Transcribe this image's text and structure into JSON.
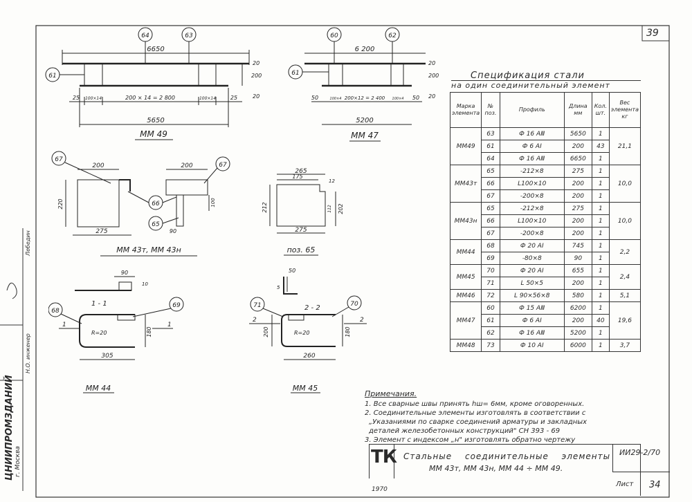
{
  "sheet": {
    "page_number": "39",
    "code": "ИИ29-2/70",
    "sheet_label": "Лист",
    "sheet_number": "34",
    "stamp": "ТК",
    "year": "1970",
    "title_line1": "Стальные соединительные элементы",
    "title_line2": "ММ 43т, ММ 43н, ММ 44 ÷ ММ 49."
  },
  "side_stamp": {
    "org": "ЦНИИПРОМЗДАНИЙ",
    "city": "г. Москва",
    "engineer": "Н.О. инженер",
    "person": "Лебедин"
  },
  "drawings": {
    "mm49": {
      "caption": "ММ 49",
      "dim_top": "6650",
      "dim_bottom": "5650",
      "dim_mid": "200 × 14 = 2 800",
      "d_left": "100×14",
      "d_right": "100×14",
      "d_25a": "25",
      "d_25b": "25",
      "d_200": "200",
      "d_20a": "20",
      "d_20b": "20",
      "b64": "64",
      "b63": "63",
      "b61": "61"
    },
    "mm47": {
      "caption": "ММ 47",
      "dim_top": "6 200",
      "dim_bottom": "5200",
      "dim_mid": "200×12 = 2 400",
      "d_left": "100×4",
      "d_right": "100×4",
      "d_50a": "50",
      "d_50b": "50",
      "d_20a": "20",
      "d_200": "200",
      "d_20b": "20",
      "b60": "60",
      "b62": "62",
      "b61": "61"
    },
    "mm43": {
      "caption": "ММ 43т, ММ 43н",
      "d200a": "200",
      "d200b": "200",
      "d275": "275",
      "d220": "220",
      "d100": "100",
      "d90": "90",
      "b67a": "67",
      "b67b": "67",
      "b66": "66",
      "b65": "65"
    },
    "poz65": {
      "caption": "поз. 65",
      "d265": "265",
      "d175": "175",
      "d275": "275",
      "d212": "212",
      "d202": "202",
      "d12": "12",
      "d112": "112"
    },
    "mm44": {
      "caption": "ММ 44",
      "d90": "90",
      "d305": "305",
      "d180": "180",
      "radius": "R=20",
      "section": "1 - 1",
      "marker1": "1",
      "marker2": "1",
      "d10": "10",
      "b68": "68",
      "b69": "69"
    },
    "mm45": {
      "caption": "ММ 45",
      "d50": "50",
      "d260": "260",
      "d200": "200",
      "d180": "180",
      "radius": "R=20",
      "section": "2 - 2",
      "marker1": "2",
      "marker2": "2",
      "d5": "5",
      "b71": "71",
      "b70": "70"
    }
  },
  "spec": {
    "title": "Спецификация стали",
    "subtitle": "на один соединительный элемент",
    "headers": [
      "Марка элемента",
      "№ поз.",
      "Профиль",
      "Длина мм",
      "Кол. шт.",
      "Вес элемента кг"
    ],
    "groups": [
      {
        "mark": "ММ49",
        "weight": "21,1",
        "rows": [
          [
            "63",
            "Ф 16 АⅢ",
            "5650",
            "1"
          ],
          [
            "61",
            "Ф 6 АⅠ",
            "200",
            "43"
          ],
          [
            "64",
            "Ф 16 АⅢ",
            "6650",
            "1"
          ]
        ]
      },
      {
        "mark": "ММ43т",
        "weight": "10,0",
        "rows": [
          [
            "65",
            "-212×8",
            "275",
            "1"
          ],
          [
            "66",
            "L100×10",
            "200",
            "1"
          ],
          [
            "67",
            "-200×8",
            "200",
            "1"
          ]
        ]
      },
      {
        "mark": "ММ43н",
        "weight": "10,0",
        "rows": [
          [
            "65",
            "-212×8",
            "275",
            "1"
          ],
          [
            "66",
            "L100×10",
            "200",
            "1"
          ],
          [
            "67",
            "-200×8",
            "200",
            "1"
          ]
        ]
      },
      {
        "mark": "ММ44",
        "weight": "2,2",
        "rows": [
          [
            "68",
            "Ф 20 АⅠ",
            "745",
            "1"
          ],
          [
            "69",
            "-80×8",
            "90",
            "1"
          ]
        ]
      },
      {
        "mark": "ММ45",
        "weight": "2,4",
        "rows": [
          [
            "70",
            "Ф 20 АⅠ",
            "655",
            "1"
          ],
          [
            "71",
            "L 50×5",
            "200",
            "1"
          ]
        ]
      },
      {
        "mark": "ММ46",
        "weight": "5,1",
        "rows": [
          [
            "72",
            "L 90×56×8",
            "580",
            "1"
          ]
        ]
      },
      {
        "mark": "ММ47",
        "weight": "19,6",
        "rows": [
          [
            "60",
            "Ф 15 АⅢ",
            "6200",
            "1"
          ],
          [
            "61",
            "Ф 6 АⅠ",
            "200",
            "40"
          ],
          [
            "62",
            "Ф 16 АⅢ",
            "5200",
            "1"
          ]
        ]
      },
      {
        "mark": "ММ48",
        "weight": "3,7",
        "rows": [
          [
            "73",
            "Ф 10 АⅠ",
            "6000",
            "1"
          ]
        ]
      }
    ]
  },
  "notes": {
    "title": "Примечания.",
    "items": [
      "1. Все сварные швы принять hш= 6мм, кроме оговоренных.",
      "2. Соединительные элементы изготовлять в соответствии с",
      "„Указаниями по сварке соединений арматуры и закладных",
      "деталей железобетонных конструкций\" СН 393 - 69",
      "3. Элемент с индексом „н\" изготовлять обратно чертежу"
    ]
  }
}
